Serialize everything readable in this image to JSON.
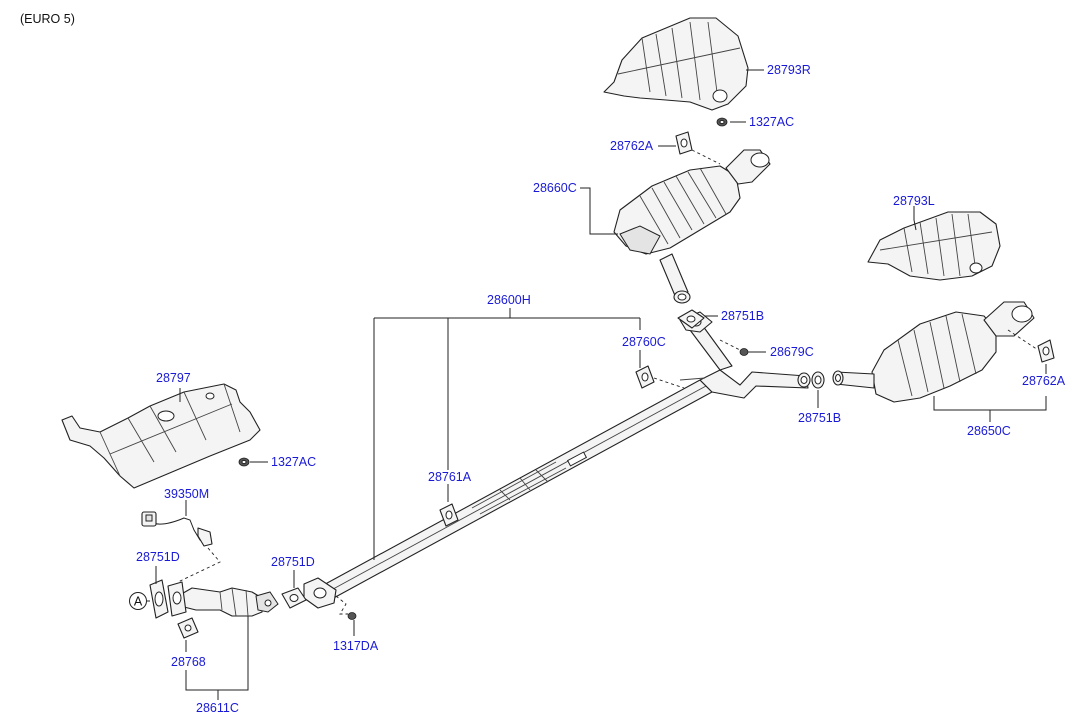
{
  "diagram": {
    "variant_note": "(EURO 5)",
    "callout_marker": "A",
    "labels": {
      "p28793R": "28793R",
      "p1327AC_top": "1327AC",
      "p28762A_top": "28762A",
      "p28660C": "28660C",
      "p28793L": "28793L",
      "p28600H": "28600H",
      "p28751B_top": "28751B",
      "p28760C": "28760C",
      "p28679C": "28679C",
      "p28751B_right": "28751B",
      "p28762A_right": "28762A",
      "p28650C": "28650C",
      "p28797": "28797",
      "p1327AC_left": "1327AC",
      "p39350M": "39350M",
      "p28761A": "28761A",
      "p28751D_left": "28751D",
      "p28751D_mid": "28751D",
      "p28768": "28768",
      "p1317DA": "1317DA",
      "p28611C": "28611C"
    }
  }
}
